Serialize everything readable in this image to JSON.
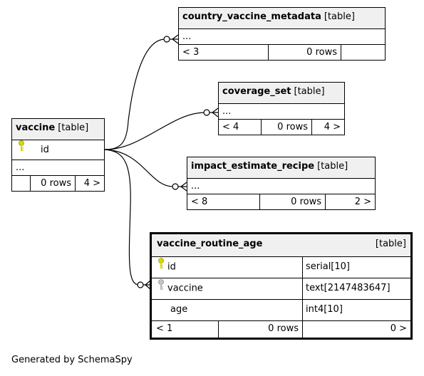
{
  "footer": "Generated by SchemaSpy",
  "tables": {
    "country_vaccine_metadata": {
      "name": "country_vaccine_metadata",
      "type": "[table]",
      "body": "...",
      "parents": "< 3",
      "rows": "0 rows",
      "children": ""
    },
    "coverage_set": {
      "name": "coverage_set",
      "type": "[table]",
      "body": "...",
      "parents": "< 4",
      "rows": "0 rows",
      "children": "4 >"
    },
    "vaccine": {
      "name": "vaccine",
      "type": "[table]",
      "column": "id",
      "body": "...",
      "parents": "",
      "rows": "0 rows",
      "children": "4 >"
    },
    "impact_estimate_recipe": {
      "name": "impact_estimate_recipe",
      "type": "[table]",
      "body": "...",
      "parents": "< 8",
      "rows": "0 rows",
      "children": "2 >"
    },
    "vaccine_routine_age": {
      "name": "vaccine_routine_age",
      "type": "[table]",
      "columns": [
        {
          "name": "id",
          "type": "serial[10]",
          "key": "primary"
        },
        {
          "name": "vaccine",
          "type": "text[2147483647]",
          "key": "foreign"
        },
        {
          "name": "age",
          "type": "int4[10]",
          "key": "none"
        }
      ],
      "parents": "< 1",
      "rows": "0 rows",
      "children": "0 >"
    }
  },
  "colors": {
    "primary_key": "#d8d800",
    "foreign_key": "#b8b8b8",
    "header_bg": "#f0f0f0"
  }
}
